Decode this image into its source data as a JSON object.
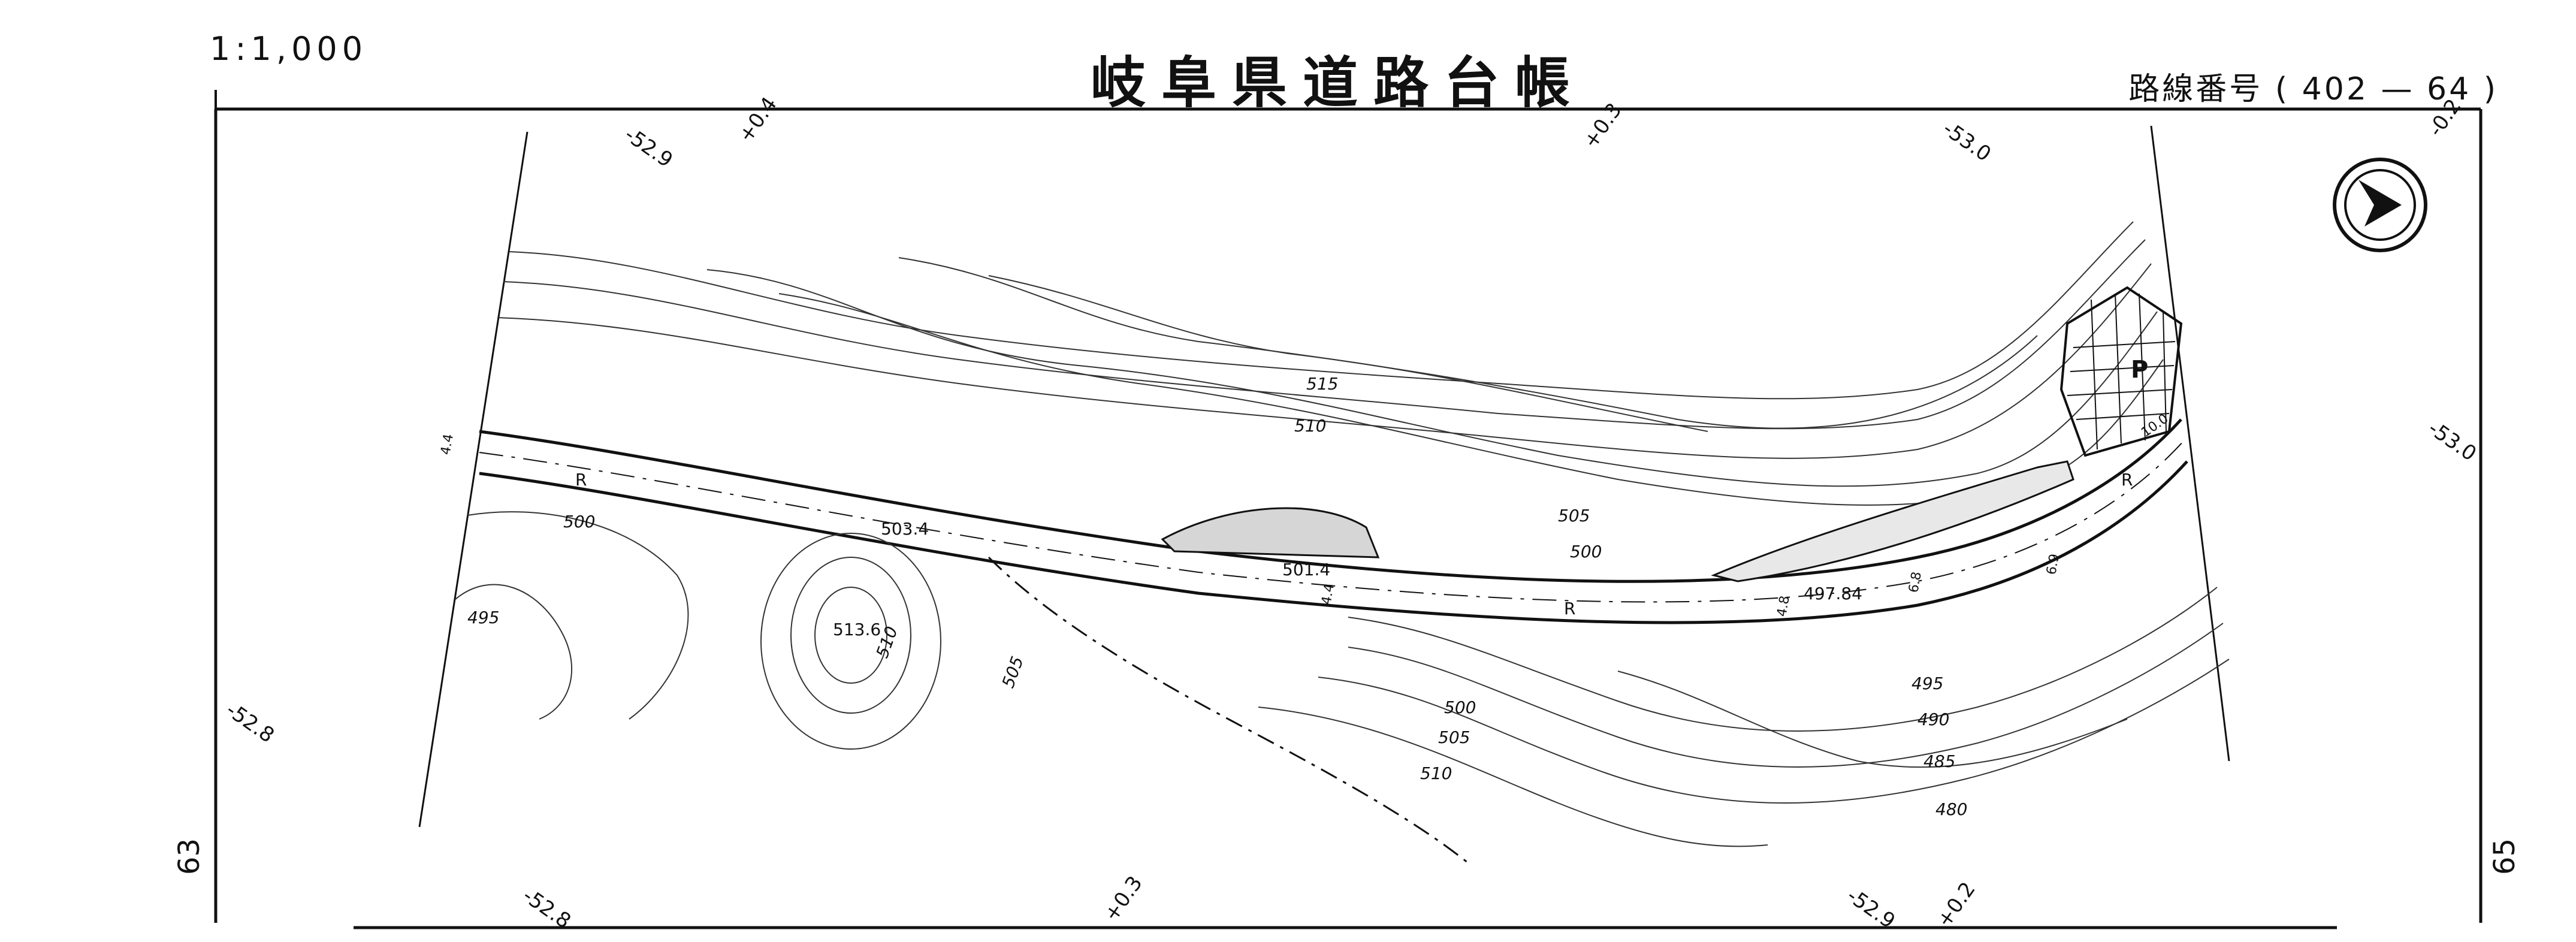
{
  "header": {
    "scale": "1:1,000",
    "title": "岐阜県道路台帳",
    "route_label": "路線番号",
    "route_number": "402",
    "route_sub": "64"
  },
  "sheet_numbers": {
    "left": "63",
    "right": "65"
  },
  "edge_marks": {
    "top": [
      "-52.9",
      "+0.4",
      "+0.3",
      "-53.0",
      "-0.2"
    ],
    "bottom": [
      "-52.8",
      "+0.3",
      "-52.9",
      "+0.2"
    ],
    "left": [
      "-52.8"
    ],
    "right": [
      "-53.0"
    ]
  },
  "contour_labels": [
    "515",
    "510",
    "505",
    "500",
    "495",
    "490",
    "485",
    "480",
    "500",
    "495",
    "510",
    "505",
    "500",
    "505",
    "510"
  ],
  "spot_heights": [
    "503.4",
    "501.4",
    "497.84",
    "513.6"
  ],
  "road_widths": [
    "4.4",
    "4.8",
    "6.8",
    "6.9",
    "10.0"
  ],
  "symbols": {
    "road": "R",
    "parking": "P"
  },
  "icons": [
    "north-arrow-icon",
    "compass-circle-icon"
  ]
}
